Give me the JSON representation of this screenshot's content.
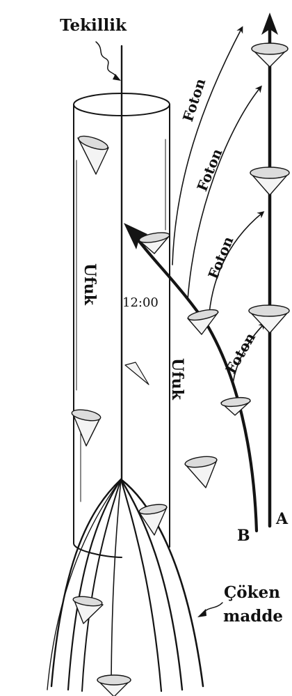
{
  "labels": {
    "singularity": "Tekillik",
    "horizon_left": "Ufuk",
    "horizon_right": "Ufuk",
    "time": "12:00",
    "photon_1": "Foton",
    "photon_2": "Foton",
    "photon_3": "Foton",
    "photon_4": "Foton",
    "observer_a": "A",
    "observer_b": "B",
    "matter_line1": "Çöken",
    "matter_line2": "madde"
  },
  "colors": {
    "ink": "#141414",
    "background": "#ffffff"
  }
}
